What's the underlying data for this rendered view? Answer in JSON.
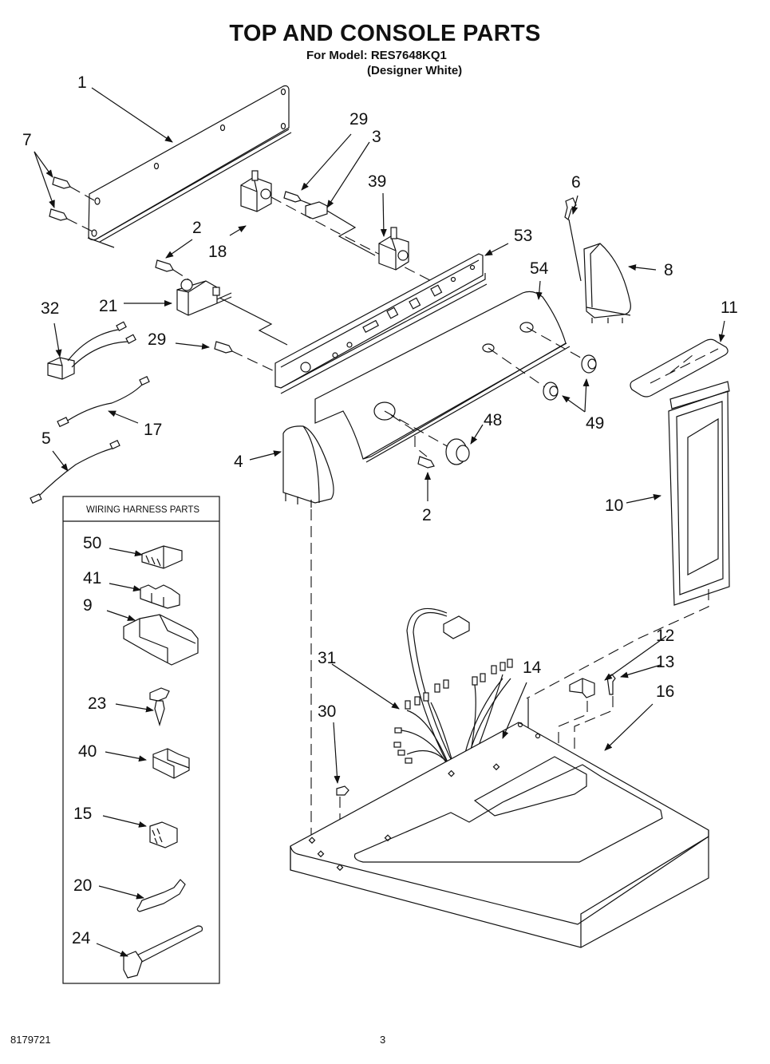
{
  "header": {
    "title": "TOP AND CONSOLE PARTS",
    "model_line": "For Model: RES7648KQ1",
    "variant_line": "(Designer White)"
  },
  "wiring_harness_box": {
    "title": "WIRING HARNESS PARTS",
    "callouts": [
      "50",
      "41",
      "9",
      "23",
      "40",
      "15",
      "20",
      "24"
    ]
  },
  "callouts": [
    {
      "id": "c1",
      "label": "1",
      "part": "console-rear-panel"
    },
    {
      "id": "c7",
      "label": "7",
      "part": "panel-screws"
    },
    {
      "id": "c29a",
      "label": "29",
      "part": "screw-upper"
    },
    {
      "id": "c3",
      "label": "3",
      "part": "switch-clip"
    },
    {
      "id": "c39",
      "label": "39",
      "part": "switch-39"
    },
    {
      "id": "c18",
      "label": "18",
      "part": "switch-18"
    },
    {
      "id": "c2a",
      "label": "2",
      "part": "screw-upper"
    },
    {
      "id": "c6",
      "label": "6",
      "part": "screw-end-cap"
    },
    {
      "id": "c53",
      "label": "53",
      "part": "console-bracket"
    },
    {
      "id": "c54",
      "label": "54",
      "part": "console-panel"
    },
    {
      "id": "c8",
      "label": "8",
      "part": "end-cap-right"
    },
    {
      "id": "c32",
      "label": "32",
      "part": "harness-32"
    },
    {
      "id": "c21",
      "label": "21",
      "part": "timer"
    },
    {
      "id": "c29b",
      "label": "29",
      "part": "screw-lower"
    },
    {
      "id": "c11",
      "label": "11",
      "part": "lint-screen-cover"
    },
    {
      "id": "c17",
      "label": "17",
      "part": "harness-17"
    },
    {
      "id": "c48",
      "label": "48",
      "part": "knob"
    },
    {
      "id": "c49",
      "label": "49",
      "part": "knob-bushings"
    },
    {
      "id": "c5",
      "label": "5",
      "part": "harness-5"
    },
    {
      "id": "c4",
      "label": "4",
      "part": "end-cap-left"
    },
    {
      "id": "c2b",
      "label": "2",
      "part": "screw-knob"
    },
    {
      "id": "c10",
      "label": "10",
      "part": "lint-screen"
    },
    {
      "id": "c12",
      "label": "12",
      "part": "clip-12"
    },
    {
      "id": "c13",
      "label": "13",
      "part": "screw-13"
    },
    {
      "id": "c31",
      "label": "31",
      "part": "main-harness"
    },
    {
      "id": "c14",
      "label": "14",
      "part": "grommet-14"
    },
    {
      "id": "c16",
      "label": "16",
      "part": "top-panel"
    },
    {
      "id": "c30",
      "label": "30",
      "part": "clip-30"
    }
  ],
  "footer": {
    "document_number": "8179721",
    "page_number": "3"
  }
}
